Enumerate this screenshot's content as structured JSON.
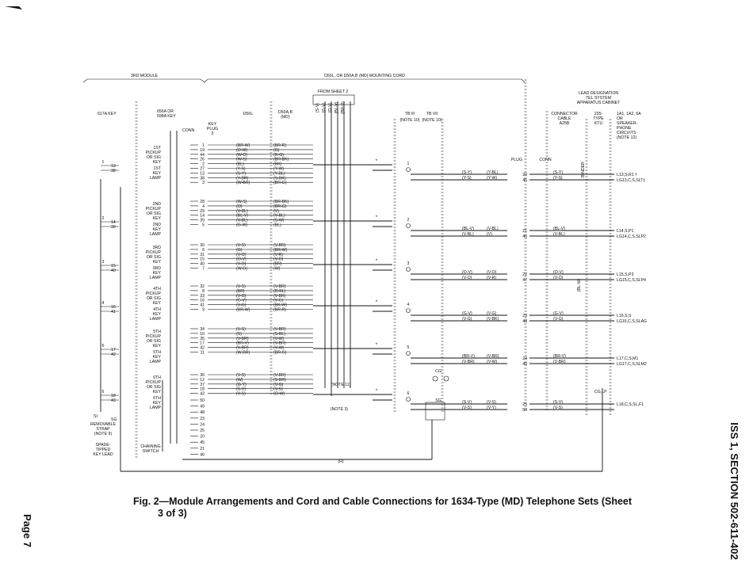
{
  "headers": {
    "third_module": "3RD MODULE",
    "mounting_cord": "D50L, OR D50A,B (MD) MOUNTING CORD",
    "from_sheet": "FROM SHEET 2",
    "key_617a": "617A KEY",
    "key_656a": "656A OR\n598A KEY",
    "conn": "CONN",
    "key_plug": "KEY\nPLUG\n3",
    "d50l": "D50L",
    "d50ab": "D50A,B\n(MD)",
    "tb_a": "TB III",
    "tb_b": "TB VII",
    "note10": "(NOTE 10)",
    "plug": "PLUG",
    "conn2": "CONN",
    "connector_cable": "CONNECTOR\nCABLE\nA25B",
    "ktu": "235-\nTYPE\nKTU",
    "lead_designation": "LEAD DESIGNATION\nTEL SYSTEM\nAPPARATUS CABINET",
    "ia_list": "1A1, 1A2, 6A\nOR\nSPEAKER-\nPHONE\nCIRCUITS\n(NOTE 12)",
    "binder": "BINDER",
    "bl_w": "(BL-W)",
    "from_sheet_leads": [
      "(S-V)",
      "(G-V)",
      "(O-V)",
      "(BL-V)",
      "(BR-V)"
    ]
  },
  "modules": [
    {
      "labels": [
        "1ST\nPICKUP\nOR SIG\nKEY",
        "1ST\nKEY\nLAMP"
      ],
      "pins": [
        "1",
        "19",
        "44",
        "26",
        "2",
        "27",
        "13",
        "38",
        "3"
      ],
      "d50l": [
        "(BR-W)",
        "(O-W)",
        "(W-O)",
        "(W-S)",
        "(BL)",
        "(Y-S)",
        "(S-Y)",
        "(Y-BR)",
        "(W-BR)"
      ],
      "d50a": [
        "(BR-R)",
        "(G)",
        "(R-G)",
        "(BR-BK)",
        "(BK)",
        "(Y-W)",
        "(Y-BL)",
        "(S-BK)",
        "(BR-G)"
      ],
      "key_pins": [
        "13",
        "38"
      ],
      "plug_leads": [
        "(S-Y)",
        "(Y-S)"
      ],
      "plug_leads2": [
        "(Y-BL)",
        "(Y-W)"
      ],
      "conn_pins": [
        "20",
        "45"
      ],
      "cab_leads": [
        "(S-Y)",
        "(Y-S)"
      ],
      "designation": [
        "L13,S,R1 †",
        "LG13,C,S,SLT‡"
      ],
      "circle": "1"
    },
    {
      "labels": [
        "2ND\nPICKUP\nOR SIG\nKEY",
        "2ND\nKEY\nLAMP"
      ],
      "pins": [
        "28",
        "4",
        "29",
        "14",
        "39",
        "5"
      ],
      "d50l": [
        "(W-S)",
        "(O)",
        "(V-BL)",
        "(BL-V)",
        "(V-BL)",
        "(G-W)"
      ],
      "d50a": [
        "(BR-BK)",
        "(BR-G)",
        "(V)",
        "(V-BL)",
        "(S-W)",
        "(BL)"
      ],
      "key_pins": [
        "14",
        "39"
      ],
      "plug_leads": [
        "(BL-V)",
        "(V-BL)"
      ],
      "plug_leads2": [
        "(V-BL)",
        "(V)"
      ],
      "conn_pins": [
        "21",
        "46"
      ],
      "cab_leads": [
        "(BL-V)",
        "(V-BL)"
      ],
      "designation": [
        "L14,S,P1",
        "LG14,C,S,SLP2"
      ],
      "circle": "2"
    },
    {
      "labels": [
        "3RD\nPICKUP\nOR SIG\nKEY",
        "3RD\nKEY\nLAMP"
      ],
      "pins": [
        "30",
        "6",
        "31",
        "15",
        "40",
        "7"
      ],
      "d50l": [
        "(V-S)",
        "(G)",
        "(V-O)",
        "(O-V)",
        "(V-O)",
        "(W-G)"
      ],
      "d50a": [
        "(V-BR)",
        "(BR-W)",
        "(V-R)",
        "(V-O)",
        "(BR)",
        "(W)"
      ],
      "key_pins": [
        "15",
        "40"
      ],
      "plug_leads": [
        "(O-V)",
        "(V-O)"
      ],
      "plug_leads2": [
        "(V-O)",
        "(V-R)"
      ],
      "conn_pins": [
        "22",
        "47"
      ],
      "cab_leads": [
        "(O-V)",
        "(V-O)"
      ],
      "designation": [
        "L15,S,P3",
        "LG15,C,S,SLP4"
      ],
      "circle": "3"
    },
    {
      "labels": [
        "4TH\nPICKUP\nOR SIG\nKEY",
        "4TH\nKEY\nLAMP"
      ],
      "pins": [
        "32",
        "8",
        "33",
        "16",
        "41",
        "9"
      ],
      "d50l": [
        "(V-S)",
        "(BR)",
        "(V-G)",
        "(G-V)",
        "(V-G)",
        "(BR-W)"
      ],
      "d50a": [
        "(V-BR)",
        "(R-BL)",
        "(V-BK)",
        "(V-G)",
        "(BK-W)",
        "(BR-R)"
      ],
      "key_pins": [
        "16",
        "41"
      ],
      "plug_leads": [
        "(G-V)",
        "(V-G)"
      ],
      "plug_leads2": [
        "(V-G)",
        "(V-BK)"
      ],
      "conn_pins": [
        "23",
        "48"
      ],
      "cab_leads": [
        "(G-V)",
        "(V-G)"
      ],
      "designation": [
        "L16,S,S",
        "LG16,C,S,SLAG"
      ],
      "circle": "4"
    },
    {
      "labels": [
        "5TH\nPICKUP\nOR SIG\nKEY",
        "5TH\nKEY\nLAMP"
      ],
      "pins": [
        "34",
        "10",
        "35",
        "17",
        "42",
        "11"
      ],
      "d50l": [
        "(V-S)",
        "(S)",
        "(V-BR)",
        "(BR-V)",
        "(V-BR)",
        "(W-BR)"
      ],
      "d50a": [
        "(V-BR)",
        "(S-BL)",
        "(V-W)",
        "(V-BR)",
        "(V-W)",
        "(BR-G)"
      ],
      "key_pins": [
        "17",
        "42"
      ],
      "plug_leads": [
        "(BR-V)",
        "(V-BR)"
      ],
      "plug_leads2": [
        "(V-BR)",
        "(V-W)"
      ],
      "conn_pins": [
        "24",
        "49"
      ],
      "cab_leads": [
        "(BR-V)",
        "(V-BR)"
      ],
      "designation": [
        "L17,C,S,M1",
        "LG17,C,S,SLM2"
      ],
      "circle": "5"
    },
    {
      "labels": [
        "6TH\nPICKUP\nOR SIG\nKEY",
        "6TH\nKEY\nLAMP"
      ],
      "pins": [
        "36",
        "12",
        "37",
        "18",
        "43"
      ],
      "d50l": [
        "(V-S)",
        "(W)",
        "(G-Y)",
        "(S-V)",
        "(V-S)"
      ],
      "d50a": [
        "(V-BR)",
        "(S-BR)",
        "(V-G)",
        "(V-S)",
        "(O-W)"
      ],
      "key_pins": [
        "18",
        "43"
      ],
      "plug_leads": [
        "(S-V)",
        "(V-S)"
      ],
      "plug_leads2": [
        "(V-S)",
        "(V-Y)"
      ],
      "conn_pins": [
        "25",
        "50"
      ],
      "cab_leads": [
        "(S-V)",
        "(V-S)"
      ],
      "designation": [
        "L18,C,S,SL,F1"
      ],
      "circle": "6"
    }
  ],
  "extra_pins": [
    "50",
    "49",
    "48",
    "23",
    "24",
    "25",
    "20",
    "45",
    "21",
    "46"
  ],
  "notes": {
    "note11": "(NOTE 11)",
    "note3": "(NOTE 3)",
    "cg": "CG",
    "sg": "SG",
    "r": "(R)",
    "cg_lp": "CG,LP",
    "si": "SI",
    "sg_small": "SG",
    "removable_strap": "REMOVABLE\nSTRAP\n(NOTE 9)",
    "spade": "SPADE-\nTIPPED\nKEY LEAD",
    "chaining": "CHAINING\nSWITCH",
    "star": "*"
  },
  "caption_line1": "Fig. 2—Module Arrangements and Cord and Cable Connections for 1634-Type (MD) Telephone Sets (Sheet",
  "caption_line2": "3 of 3)",
  "side_title": "ISS 1, SECTION 502-611-402",
  "page_label": "Page 7"
}
